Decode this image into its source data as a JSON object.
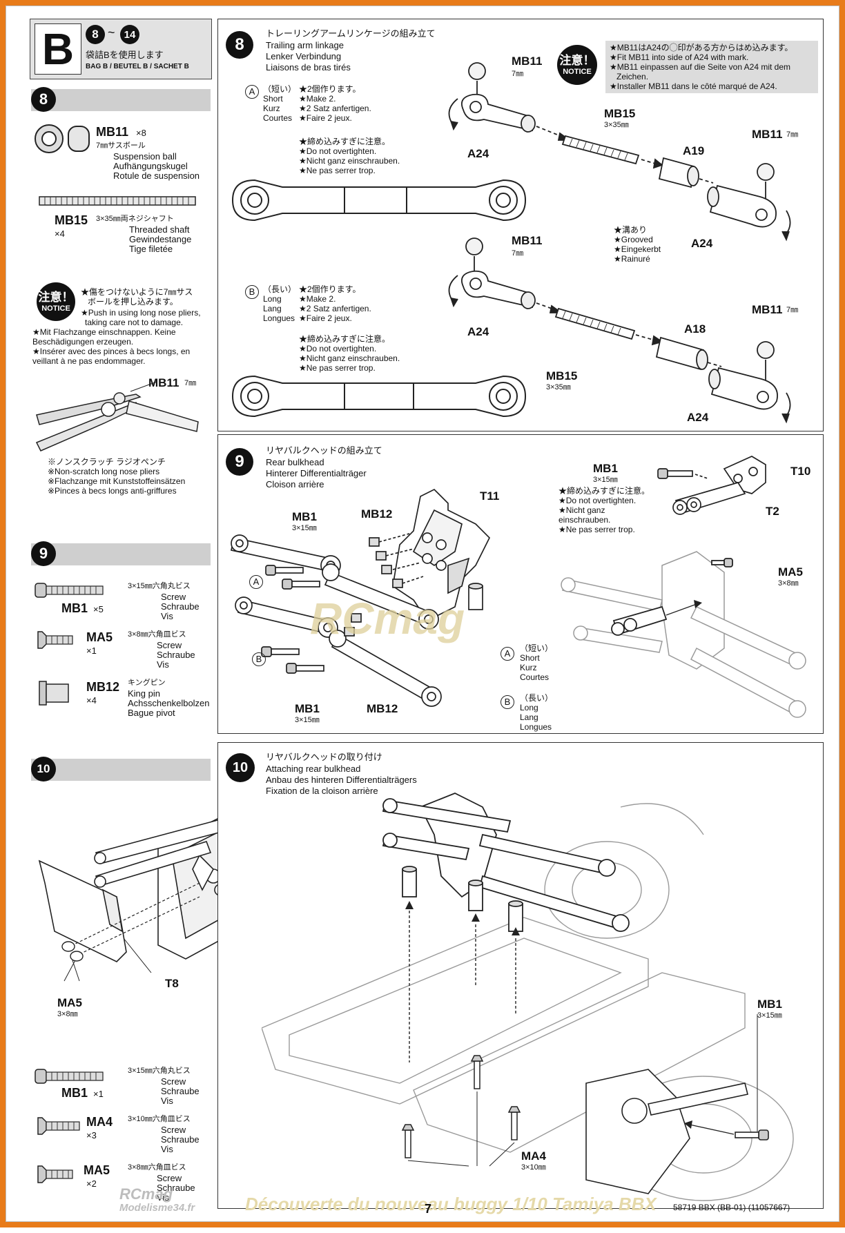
{
  "header": {
    "bag_letter": "B",
    "step_from": "8",
    "tilde": "~",
    "step_to": "14",
    "bag_jp": "袋詰Bを使用します",
    "bag_multi": "BAG B / BEUTEL B / SACHET B"
  },
  "left": {
    "s8": {
      "num": "8",
      "mb11_code": "MB11",
      "mb11_qty": "×8",
      "mb11_jp": "7㎜サスボール",
      "mb11_en": "Suspension ball",
      "mb11_de": "Aufhängungskugel",
      "mb11_fr": "Rotule de suspension",
      "mb15_code": "MB15",
      "mb15_qty": "×4",
      "mb15_jp": "3×35㎜両ネジシャフト",
      "mb15_en": "Threaded shaft",
      "mb15_de": "Gewindestange",
      "mb15_fr": "Tige filetée",
      "notice_jp": "注意！",
      "notice_en": "NOTICE",
      "note_jp1": "★傷をつけないように7㎜サス",
      "note_jp2": "ボールを押し込みます。",
      "note_en1": "★Push in using long nose pliers,",
      "note_en2": "taking care not to damage.",
      "note_de1": "★Mit Flachzange einschnappen. Keine",
      "note_de2": "Beschädigungen erzeugen.",
      "note_fr1": "★Insérer avec des pinces à becs longs, en",
      "note_fr2": "veillant à ne pas endommager.",
      "pliers_label": "MB11",
      "pliers_size": "7㎜",
      "pliers_jp": "※ノンスクラッチ ラジオペンチ",
      "pliers_en": "※Non-scratch long nose pliers",
      "pliers_de": "※Flachzange mit Kunststoffeinsätzen",
      "pliers_fr": "※Pinces à becs longs anti-griffures"
    },
    "s9": {
      "num": "9",
      "mb1_code": "MB1",
      "mb1_qty": "×5",
      "mb1_jp": "3×15㎜六角丸ビス",
      "ma5_code": "MA5",
      "ma5_qty": "×1",
      "ma5_jp": "3×8㎜六角皿ビス",
      "mb12_code": "MB12",
      "mb12_qty": "×4",
      "mb12_jp": "キングピン",
      "mb12_en": "King pin",
      "mb12_de": "Achsschenkelbolzen",
      "mb12_fr": "Bague pivot",
      "screw_en": "Screw",
      "screw_de": "Schraube",
      "screw_fr": "Vis"
    },
    "s10": {
      "num": "10",
      "mb1_code": "MB1",
      "mb1_qty": "×1",
      "mb1_jp": "3×15㎜六角丸ビス",
      "ma4_code": "MA4",
      "ma4_qty": "×3",
      "ma4_jp": "3×10㎜六角皿ビス",
      "ma5_code": "MA5",
      "ma5_qty": "×2",
      "ma5_jp": "3×8㎜六角皿ビス",
      "screw_en": "Screw",
      "screw_de": "Schraube",
      "screw_fr": "Vis"
    }
  },
  "step8": {
    "num": "8",
    "title_jp": "トレーリングアームリンケージの組み立て",
    "title_en": "Trailing arm linkage",
    "title_de": "Lenker Verbindung",
    "title_fr": "Liaisons de bras tirés",
    "a_letter": "A",
    "a_jp": "（短い）",
    "a_en": "Short",
    "a_de": "Kurz",
    "a_fr": "Courtes",
    "b_letter": "B",
    "b_jp": "（長い）",
    "b_en": "Long",
    "b_de": "Lang",
    "b_fr": "Longues",
    "make_jp": "★2個作ります。",
    "make_en": "★Make 2.",
    "make_de": "★2 Satz anfertigen.",
    "make_fr": "★Faire 2 jeux.",
    "tight_jp": "★締め込みすぎに注意。",
    "tight_en": "★Do not overtighten.",
    "tight_de": "★Nicht ganz einschrauben.",
    "tight_fr": "★Ne pas serrer trop.",
    "notice_jp": "注意！",
    "notice_en": "NOTICE",
    "note_jp": "★MB11はA24の◯印がある方からはめ込みます。",
    "note_en": "★Fit MB11 into side of A24 with mark.",
    "note_de1": "★MB11 einpassen auf die Seite von A24 mit dem",
    "note_de2": "Zeichen.",
    "note_fr": "★Installer MB11 dans le côté marqué de A24.",
    "mb11": "MB11",
    "mm7": "7㎜",
    "mb11_7": "MB11",
    "mb15": "MB15",
    "size_335": "3×35㎜",
    "a19": "A19",
    "a18": "A18",
    "a24": "A24",
    "groove_jp": "★溝あり",
    "groove_en": "★Grooved",
    "groove_de": "★Eingekerbt",
    "groove_fr": "★Rainuré"
  },
  "step9": {
    "num": "9",
    "title_jp": "リヤバルクヘッドの組み立て",
    "title_en": "Rear bulkhead",
    "title_de": "Hinterer Differentialträger",
    "title_fr": "Cloison arrière",
    "mb1": "MB1",
    "size_315": "3×15㎜",
    "mb12": "MB12",
    "t11": "T11",
    "t10": "T10",
    "t2": "T2",
    "ma5": "MA5",
    "size_38": "3×8㎜",
    "a_letter": "A",
    "b_letter": "B",
    "a_jp": "（短い）",
    "a_en": "Short",
    "a_de": "Kurz",
    "a_fr": "Courtes",
    "b_jp": "（長い）",
    "b_en": "Long",
    "b_de": "Lang",
    "b_fr": "Longues",
    "tight_jp": "★締め込みすぎに注意。",
    "tight_en": "★Do not overtighten.",
    "tight_de1": "★Nicht ganz",
    "tight_de2": "einschrauben.",
    "tight_fr": "★Ne pas serrer trop."
  },
  "step10": {
    "num": "10",
    "title_jp": "リヤバルクヘッドの取り付け",
    "title_en": "Attaching rear bulkhead",
    "title_de": "Anbau des hinteren Differentialträgers",
    "title_fr": "Fixation de la cloison arrière",
    "ma5": "MA5",
    "size_38": "3×8㎜",
    "t8": "T8",
    "mb1": "MB1",
    "size_315": "3×15㎜",
    "ma4": "MA4",
    "size_310": "3×10㎜"
  },
  "footer": {
    "page_number": "7",
    "code": "58719 BBX (BB-01) (11057667)",
    "watermark_caption": "Découverte du nouveau buggy 1/10 Tamiya BBX",
    "watermark_logo1": "RCmag",
    "watermark_logo2": "Modelisme34.fr",
    "center_logo": "RCmag"
  }
}
